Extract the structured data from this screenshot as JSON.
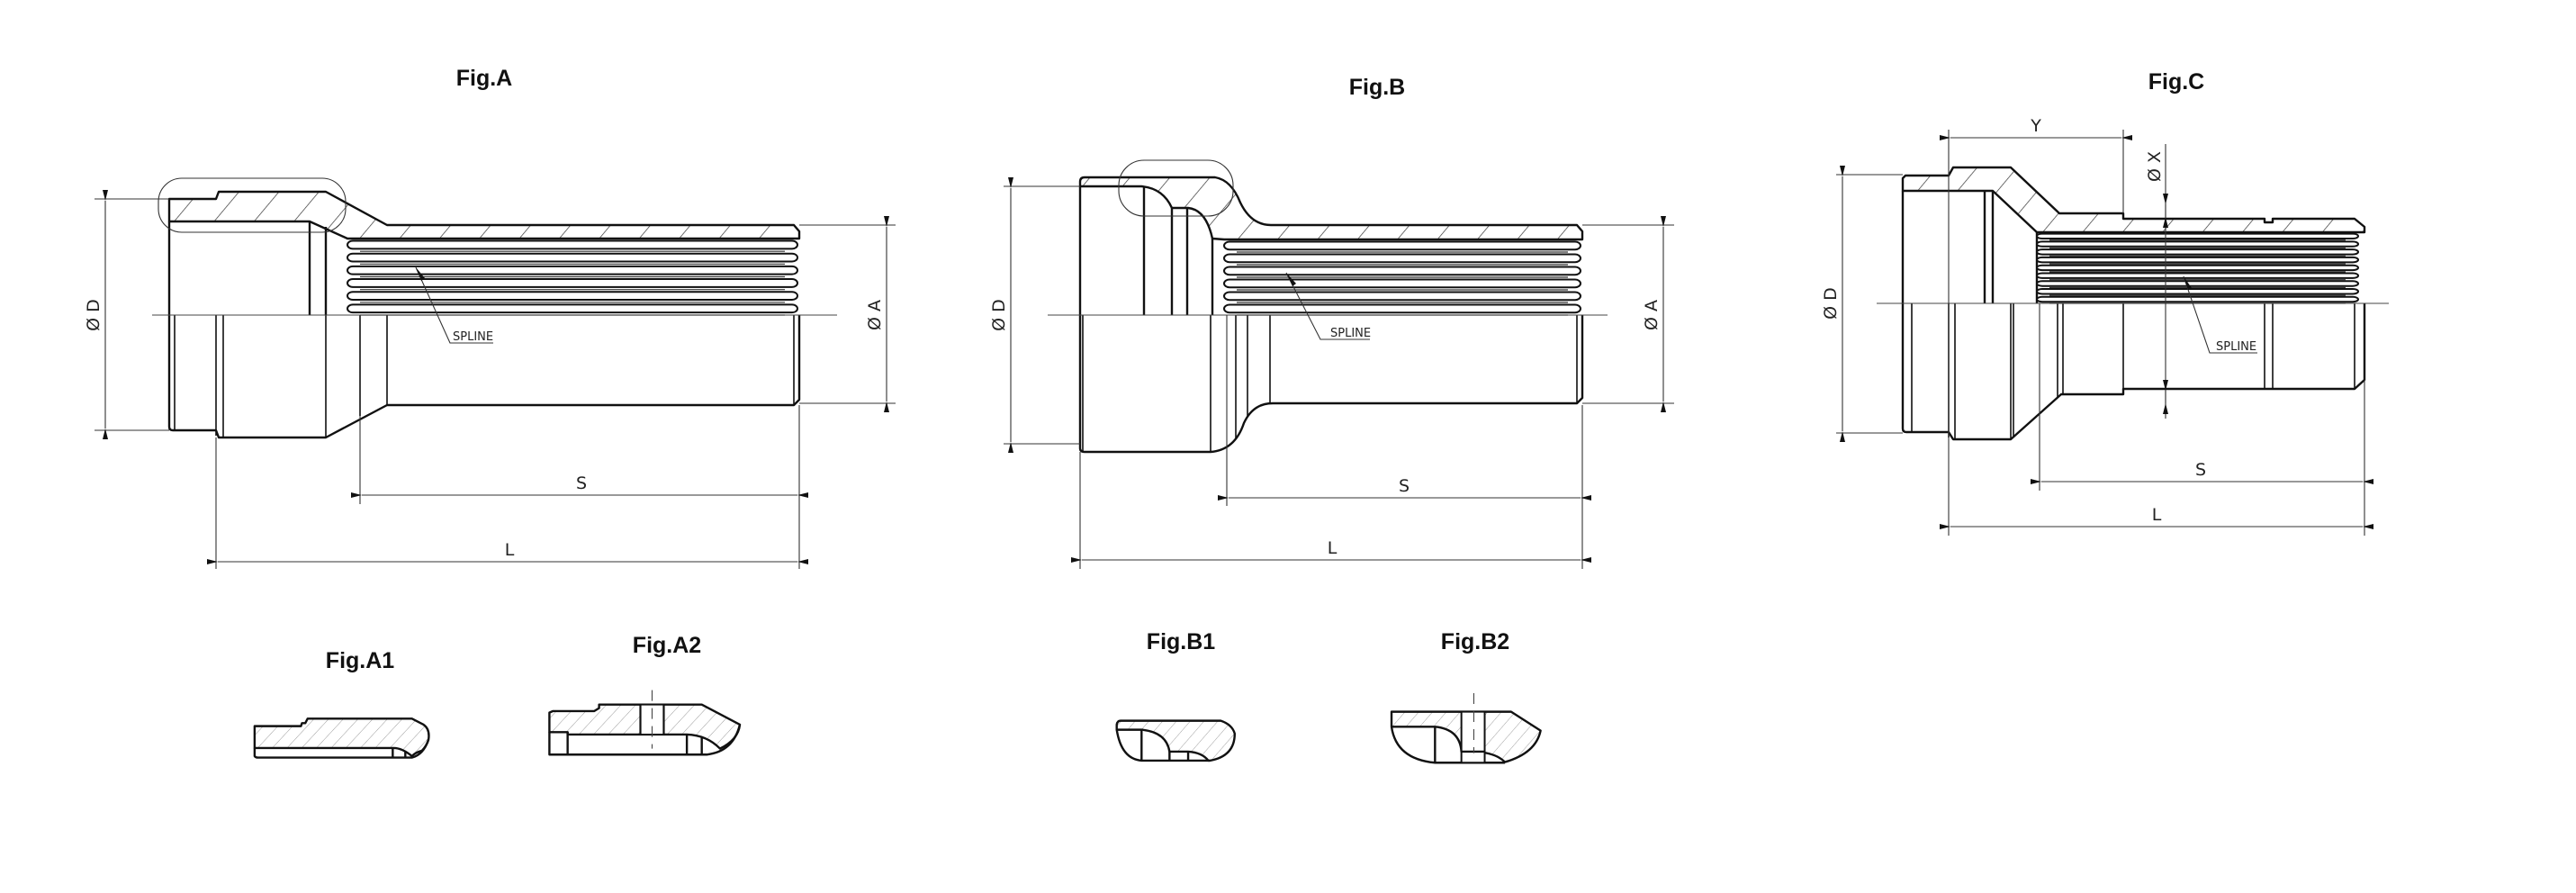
{
  "figures": {
    "a": {
      "title": "Fig.A",
      "dim_d": "Ø D",
      "dim_a": "Ø A",
      "dim_s": "S",
      "dim_l": "L",
      "callout": "SPLINE"
    },
    "b": {
      "title": "Fig.B",
      "dim_d": "Ø D",
      "dim_a": "Ø A",
      "dim_s": "S",
      "dim_l": "L",
      "callout": "SPLINE"
    },
    "c": {
      "title": "Fig.C",
      "dim_d": "Ø D",
      "dim_x": "Ø X",
      "dim_y": "Y",
      "dim_s": "S",
      "dim_l": "L",
      "callout": "SPLINE"
    }
  },
  "details": {
    "a1": "Fig.A1",
    "a2": "Fig.A2",
    "b1": "Fig.B1",
    "b2": "Fig.B2"
  }
}
